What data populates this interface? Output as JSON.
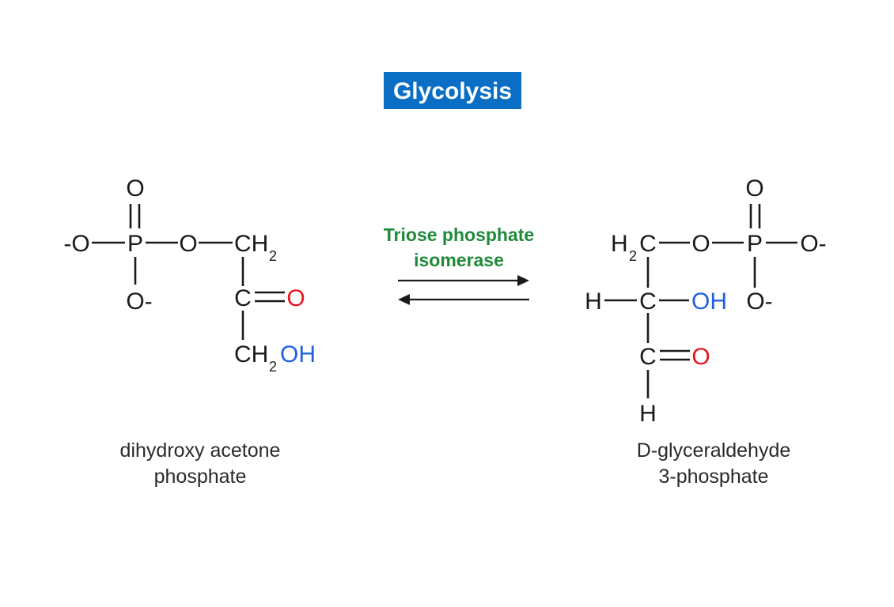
{
  "title": "Glycolysis",
  "colors": {
    "title_bg": "#0a6fc4",
    "enzyme": "#1f8a3a",
    "carbonyl_oxygen": "#e8141b",
    "hydroxyl": "#1f5fe0"
  },
  "enzyme": {
    "line1": "Triose phosphate",
    "line2": "isomerase"
  },
  "reactant": {
    "name_line1": "dihydroxy acetone",
    "name_line2": "phosphate",
    "atoms": {
      "o_top": "O",
      "o_neg_left": "-O",
      "p": "P",
      "o_bridge": "O",
      "o_neg_bottom": "O-",
      "ch2_top": "CH",
      "ch2_top_sub": "2",
      "c_carbonyl": "C",
      "o_carbonyl": "O",
      "ch2_bottom": "CH",
      "ch2_bottom_sub": "2",
      "oh": "OH"
    }
  },
  "product": {
    "name_line1": "D-glyceraldehyde",
    "name_line2": "3-phosphate",
    "atoms": {
      "h2c": "H",
      "h2c_sub": "2",
      "h2c_c": "C",
      "o_bridge": "O",
      "p": "P",
      "o_top": "O",
      "o_neg_right": "O-",
      "o_neg_bottom": "O-",
      "h_left": "H",
      "c_middle": "C",
      "oh": "OH",
      "c_aldehyde": "C",
      "o_aldehyde": "O",
      "h_bottom": "H"
    }
  }
}
